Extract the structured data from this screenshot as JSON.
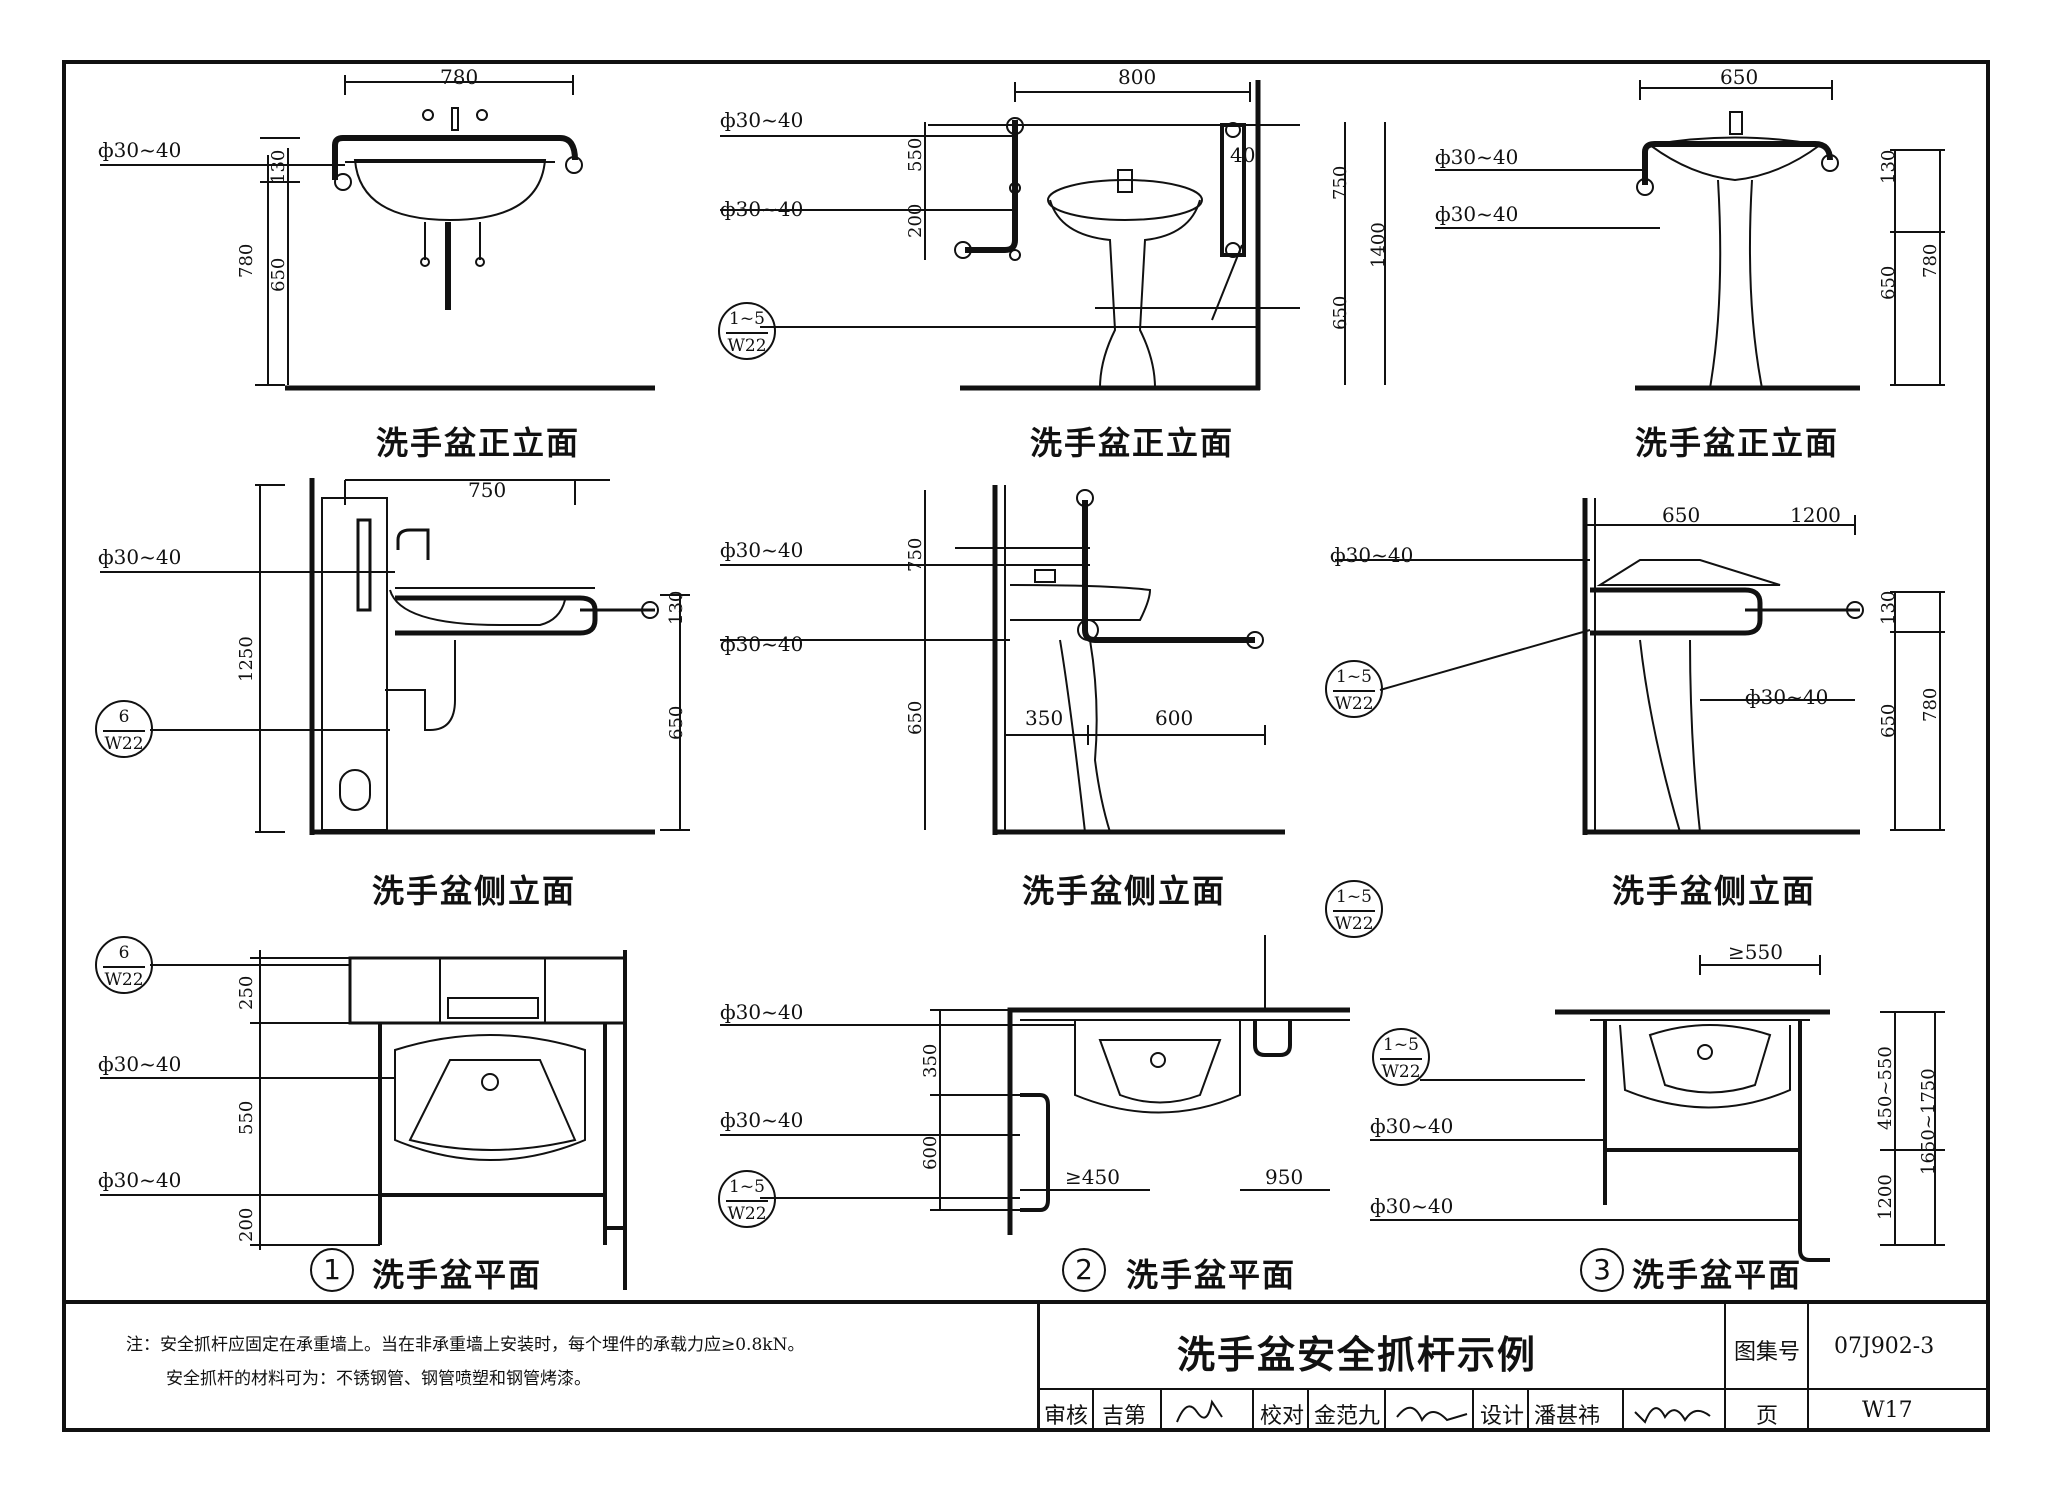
{
  "dimensions": {
    "d780": "780",
    "d800": "800",
    "d650": "650",
    "d130": "130",
    "d750": "750",
    "d1400": "1400",
    "d550": "550",
    "d200": "200",
    "d1250": "1250",
    "d1200": "1200",
    "d350": "350",
    "d600": "600",
    "d250": "250",
    "d450": "≥450",
    "d950": "950",
    "d550min": "≥550",
    "d450_550": "450~550",
    "d1650_1750": "1650~1750",
    "d40": "40"
  },
  "pipe_label": "ф30~40",
  "callouts": {
    "c15_top": "1~5",
    "c15_bot": "W22",
    "c6_top": "6",
    "c6_bot": "W22"
  },
  "view_titles": {
    "front": "洗手盆正立面",
    "side": "洗手盆侧立面",
    "plan": "洗手盆平面"
  },
  "plan_numbers": [
    "1",
    "2",
    "3"
  ],
  "title_block": {
    "note_line1": "注：安全抓杆应固定在承重墙上。当在非承重墙上安装时，每个埋件的承载力应≥0.8kN。",
    "note_line2": "安全抓杆的材料可为：不锈钢管、钢管喷塑和钢管烤漆。",
    "drawing_title": "洗手盆安全抓杆示例",
    "atlas_label": "图集号",
    "atlas_value": "07J902-3",
    "review_label": "审核",
    "review_name": "吉第",
    "check_label": "校对",
    "check_name": "金范九",
    "design_label": "设计",
    "design_name": "潘甚祎",
    "page_label": "页",
    "page_value": "W17"
  }
}
